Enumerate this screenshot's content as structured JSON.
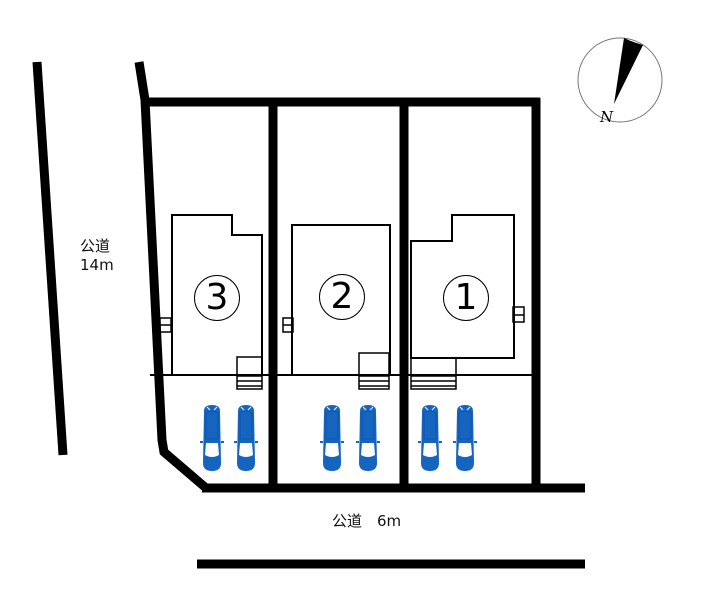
{
  "compass": {
    "label": "N",
    "icon": "north-arrow-icon"
  },
  "roads": {
    "west": {
      "name": "公道",
      "width": "14m"
    },
    "south": {
      "name": "公道",
      "width": "6m",
      "label": "公道　6m"
    }
  },
  "lots": [
    {
      "id": "lot-1",
      "number": "1",
      "parking_spaces": 2
    },
    {
      "id": "lot-2",
      "number": "2",
      "parking_spaces": 2
    },
    {
      "id": "lot-3",
      "number": "3",
      "parking_spaces": 2
    }
  ],
  "colors": {
    "car": "#1565c0",
    "line": "#000000",
    "background": "#ffffff"
  }
}
